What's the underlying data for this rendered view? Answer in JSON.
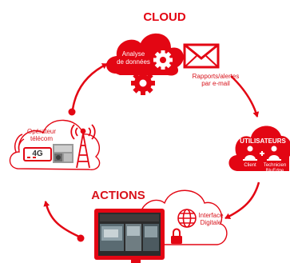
{
  "headings": {
    "cloud": "CLOUD",
    "actions": "ACTIONS"
  },
  "cloud_node": {
    "analysis_label_line1": "Analyse",
    "analysis_label_line2": "de données",
    "reports_label_line1": "Rapports/alertes",
    "reports_label_line2": "par e-mail"
  },
  "users_node": {
    "title": "UTILISATEURS",
    "client_label": "Client",
    "technician_label_line1": "Technicien",
    "technician_label_line2": "BluEdge"
  },
  "operator_node": {
    "label_line1": "Opérateur",
    "label_line2": "télécom",
    "network_badge": "4G"
  },
  "interface_node": {
    "label_line1": "Interface",
    "label_line2": "Digitale"
  },
  "colors": {
    "accent": "#e30613",
    "text_dark": "#d8131b",
    "white": "#ffffff"
  },
  "icons": {
    "gear": "gear-icon",
    "envelope": "envelope-icon",
    "users": "users-icon",
    "router": "router-icon",
    "antenna": "antenna-icon",
    "globe": "globe-icon",
    "lock": "lock-icon",
    "tablet": "tablet-icon"
  }
}
